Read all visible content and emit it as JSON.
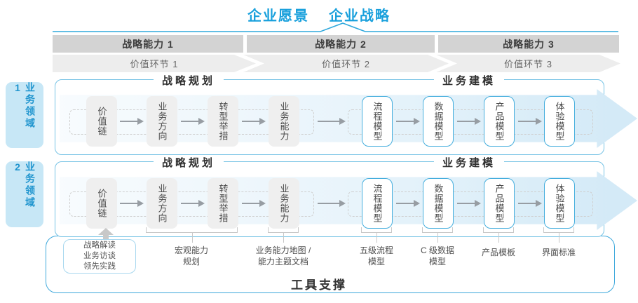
{
  "header": {
    "vision": "企业愿景",
    "strategy": "企业战略"
  },
  "capabilities": [
    {
      "label": "战略能力 1"
    },
    {
      "label": "战略能力 2"
    },
    {
      "label": "战略能力 3"
    }
  ],
  "value_links": [
    {
      "label": "价值环节 1"
    },
    {
      "label": "价值环节 2"
    },
    {
      "label": "价值环节 3"
    }
  ],
  "domains": [
    {
      "label": "业务领域 1",
      "planning_title": "战略规划",
      "modeling_title": "业务建模",
      "boxes": [
        {
          "label": "价值链"
        },
        {
          "label": "业务方向"
        },
        {
          "label": "转型举措"
        },
        {
          "label": "业务能力"
        },
        {
          "label": "流程模型"
        },
        {
          "label": "数据模型"
        },
        {
          "label": "产品模型"
        },
        {
          "label": "体验模型"
        }
      ]
    },
    {
      "label": "业务领域 2",
      "planning_title": "战略规划",
      "modeling_title": "业务建模",
      "boxes": [
        {
          "label": "价值链"
        },
        {
          "label": "业务方向"
        },
        {
          "label": "转型举措"
        },
        {
          "label": "业务能力"
        },
        {
          "label": "流程模型"
        },
        {
          "label": "数据模型"
        },
        {
          "label": "产品模型"
        },
        {
          "label": "体验模型"
        }
      ]
    }
  ],
  "callout": {
    "text": "战略解读\n业务访谈\n领先实践"
  },
  "annotations": [
    {
      "label": "宏观能力\n规划"
    },
    {
      "label": "业务能力地图 /\n能力主题文档"
    },
    {
      "label": "五级流程\n模型"
    },
    {
      "label": "C 级数据\n模型"
    },
    {
      "label": "产品模板"
    },
    {
      "label": "界面标准"
    }
  ],
  "tool_support": {
    "label": "工具支撑"
  },
  "colors": {
    "accent_blue": "#18A0DC",
    "row_border": "#77C3E5",
    "bar_gray": "#D3D3D3",
    "band_blue": "#D4EAF7"
  }
}
